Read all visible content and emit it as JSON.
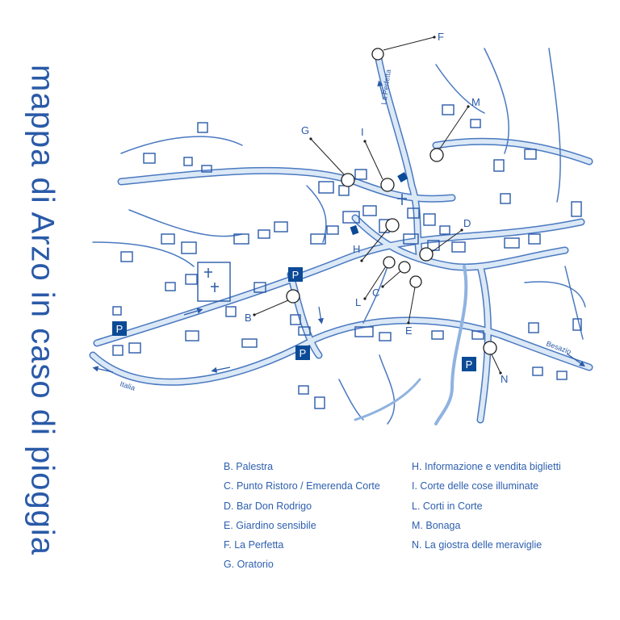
{
  "title": "mappa di Arzo in caso di pioggia",
  "colors": {
    "primary": "#2a5aa8",
    "road": "#cfe0f3",
    "road_edge": "#4a79c0",
    "parking": "#0b4a96"
  },
  "map": {
    "markers": [
      "B",
      "C",
      "D",
      "E",
      "F",
      "G",
      "H",
      "I",
      "L",
      "M",
      "N"
    ],
    "parking_label": "P",
    "road_labels": {
      "perfetta": "La Perfetta",
      "besazio": "Besazio",
      "italia": "Italia"
    }
  },
  "legend": {
    "left": [
      "B. Palestra",
      "C. Punto Ristoro / Emerenda Corte",
      "D. Bar Don Rodrigo",
      "E. Giardino sensibile",
      "F. La Perfetta",
      "G. Oratorio"
    ],
    "right": [
      "H. Informazione e vendita biglietti",
      "I. Corte delle cose illuminate",
      "L. Corti in Corte",
      "M. Bonaga",
      "N. La giostra delle meraviglie"
    ]
  }
}
